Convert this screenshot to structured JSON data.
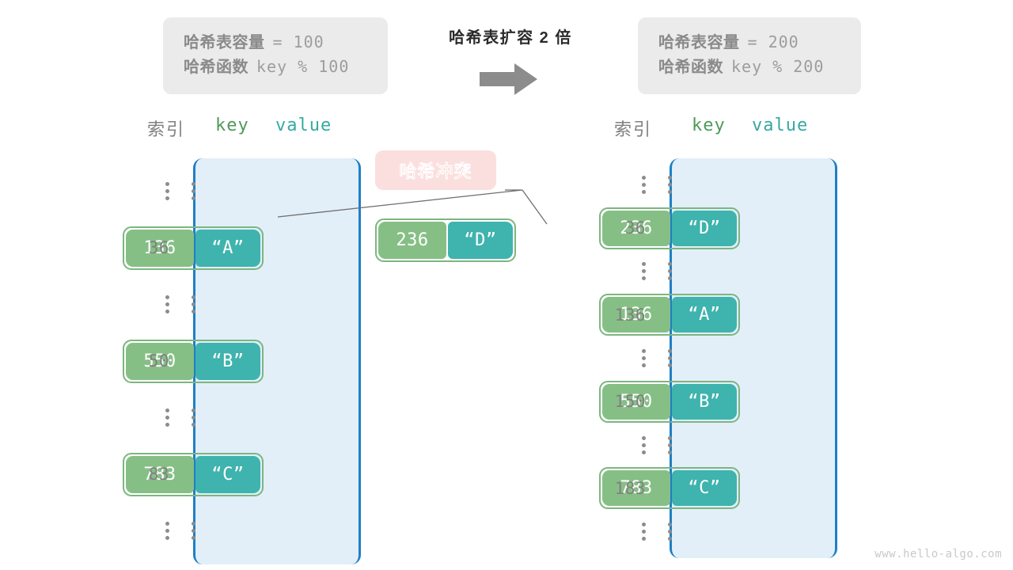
{
  "center": {
    "caption": "哈希表扩容 2 倍",
    "arrow_icon": "right-arrow-icon"
  },
  "info_left": {
    "rows": [
      {
        "label": "哈希表容量",
        "value": "= 100"
      },
      {
        "label": "哈希函数",
        "value": "key % 100"
      }
    ]
  },
  "info_right": {
    "rows": [
      {
        "label": "哈希表容量",
        "value": "= 200"
      },
      {
        "label": "哈希函数",
        "value": "key % 200"
      }
    ]
  },
  "headers": {
    "index": "索引",
    "key": "key",
    "value": "value"
  },
  "collision": {
    "label": "哈希冲突",
    "pair": {
      "key": "236",
      "value": "“D”"
    }
  },
  "table_left": {
    "rows": [
      {
        "index": "",
        "ellipsis": true,
        "pair": null
      },
      {
        "index": "36",
        "ellipsis": false,
        "pair": {
          "key": "136",
          "value": "“A”"
        }
      },
      {
        "index": "",
        "ellipsis": true,
        "pair": null
      },
      {
        "index": "50",
        "ellipsis": false,
        "pair": {
          "key": "550",
          "value": "“B”"
        }
      },
      {
        "index": "",
        "ellipsis": true,
        "pair": null
      },
      {
        "index": "83",
        "ellipsis": false,
        "pair": {
          "key": "783",
          "value": "“C”"
        }
      },
      {
        "index": "",
        "ellipsis": true,
        "pair": null
      }
    ]
  },
  "table_right": {
    "rows": [
      {
        "index": "",
        "ellipsis": true,
        "pair": null
      },
      {
        "index": "36",
        "ellipsis": false,
        "pair": {
          "key": "236",
          "value": "“D”"
        }
      },
      {
        "index": "",
        "ellipsis": true,
        "pair": null
      },
      {
        "index": "136",
        "ellipsis": false,
        "pair": {
          "key": "136",
          "value": "“A”"
        }
      },
      {
        "index": "",
        "ellipsis": true,
        "pair": null
      },
      {
        "index": "150",
        "ellipsis": false,
        "pair": {
          "key": "550",
          "value": "“B”"
        }
      },
      {
        "index": "",
        "ellipsis": true,
        "pair": null
      },
      {
        "index": "183",
        "ellipsis": false,
        "pair": {
          "key": "783",
          "value": "“C”"
        }
      },
      {
        "index": "",
        "ellipsis": true,
        "pair": null
      }
    ]
  },
  "watermark": "www.hello-algo.com",
  "colors": {
    "key_cell": "#86bf85",
    "value_cell": "#3fb3ad",
    "pair_border": "#7cb680",
    "bucket_fill": "#e2eff9",
    "bucket_border": "#1f7fc4",
    "collision_bg": "#fbdfdf",
    "collision_text": "#ef7f77",
    "info_bg": "#ebebeb",
    "arrow": "#8c8c8c"
  }
}
